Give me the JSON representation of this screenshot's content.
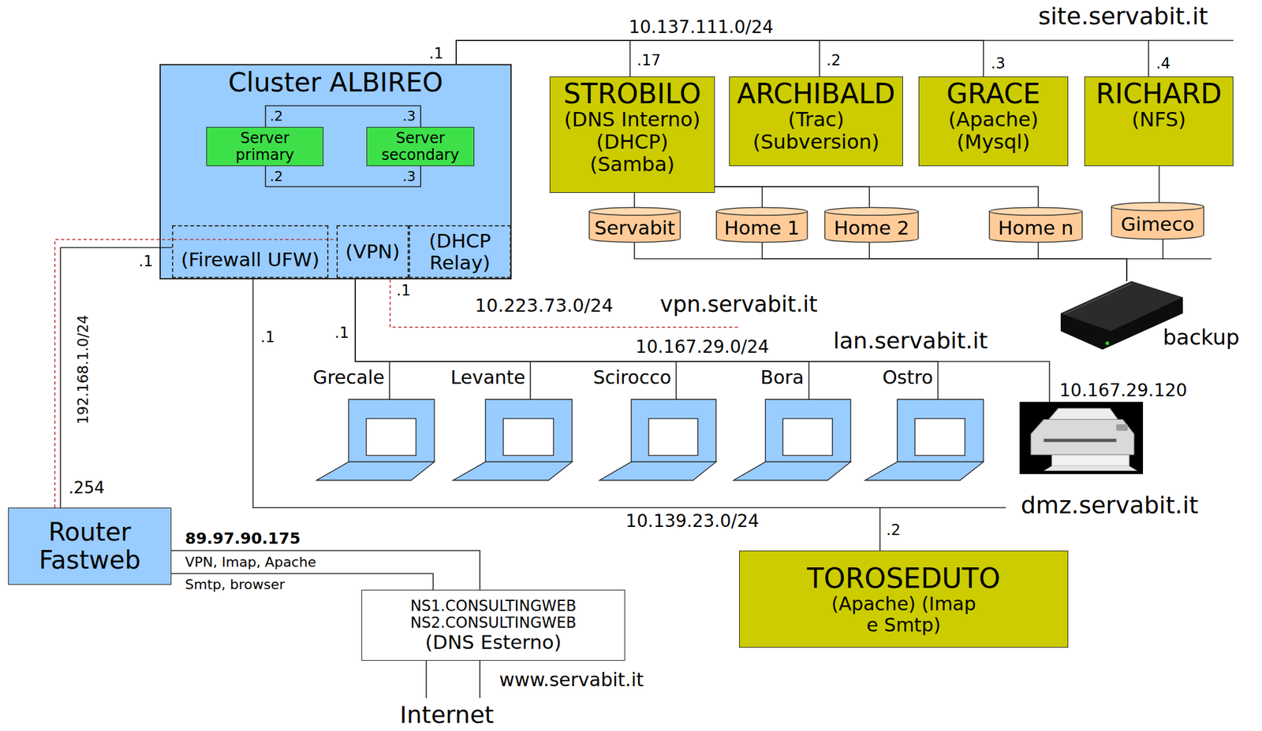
{
  "diagram": {
    "nodes": [
      {
        "text": [
          "Cluster ALBIREO"
        ]
      },
      {
        "text": [
          "Server primary"
        ],
        "in": 0
      },
      {
        "text": [
          "Server secondary"
        ],
        "in": 0
      },
      {
        "text": [
          "(Firewall UFW)"
        ],
        "in": 0
      },
      {
        "text": [
          "(VPN)"
        ],
        "in": 0
      },
      {
        "text": [
          "(DHCP Relay)"
        ],
        "in": 0
      },
      {
        "text": [
          "STROBILO",
          "(DNS Interno) (DHCP) (Samba)"
        ]
      },
      {
        "text": [
          "ARCHIBALD",
          "(Trac) (Subversion)"
        ]
      },
      {
        "text": [
          "GRACE",
          "(Apache) (Mysql)"
        ]
      },
      {
        "text": [
          "RICHARD",
          "(NFS)"
        ]
      },
      {
        "text": [
          "Servabit"
        ]
      },
      {
        "text": [
          "Home 1"
        ]
      },
      {
        "text": [
          "Home 2"
        ]
      },
      {
        "text": [
          "Home n"
        ]
      },
      {
        "text": [
          "Gimeco"
        ]
      },
      {
        "text": [
          "backup"
        ]
      },
      {
        "text": [
          "Grecale"
        ]
      },
      {
        "text": [
          "Levante"
        ]
      },
      {
        "text": [
          "Scirocco"
        ]
      },
      {
        "text": [
          "Bora"
        ]
      },
      {
        "text": [
          "Ostro"
        ]
      },
      {
        "text": [
          "10.167.29.120"
        ]
      },
      {
        "text": [
          "Router Fastweb"
        ]
      },
      {
        "text": [
          "TOROSEDUTO",
          "(Apache) (Imap e Smtp)"
        ]
      },
      {
        "text": [
          "NS1.CONSULTINGWEB NS2.CONSULTINGWEB",
          "(DNS Esterno)"
        ]
      }
    ],
    "edges": [
      {
        "from": 0,
        "to": 6,
        "arrow": "none"
      },
      {
        "from": 0,
        "to": 7,
        "arrow": "none"
      },
      {
        "from": 0,
        "to": 8,
        "arrow": "none"
      },
      {
        "from": 0,
        "to": 9,
        "arrow": "none"
      },
      {
        "from": 1,
        "to": 2,
        "arrow": "none"
      },
      {
        "from": 1,
        "to": 2,
        "arrow": "none"
      },
      {
        "from": 3,
        "to": 22,
        "arrow": "none"
      },
      {
        "from": 22,
        "to": 4,
        "arrow": "none"
      },
      {
        "from": 0,
        "to": 16,
        "arrow": "none"
      },
      {
        "from": 0,
        "to": 17,
        "arrow": "none"
      },
      {
        "from": 0,
        "to": 18,
        "arrow": "none"
      },
      {
        "from": 0,
        "to": 19,
        "arrow": "none"
      },
      {
        "from": 0,
        "to": 20,
        "arrow": "none"
      },
      {
        "from": 0,
        "to": 21,
        "arrow": "none"
      },
      {
        "from": 0,
        "to": 23,
        "arrow": "none"
      },
      {
        "from": 22,
        "to": 24,
        "label": "VPN, Imap, Apache",
        "arrow": "none"
      },
      {
        "from": 22,
        "to": 24,
        "label": "Smtp, browser",
        "arrow": "none"
      },
      {
        "from": 6,
        "to": 10,
        "arrow": "none"
      },
      {
        "from": 6,
        "to": 11,
        "arrow": "none"
      },
      {
        "from": 6,
        "to": 12,
        "arrow": "none"
      },
      {
        "from": 6,
        "to": 13,
        "arrow": "none"
      },
      {
        "from": 9,
        "to": 14,
        "arrow": "none"
      },
      {
        "from": 10,
        "to": 15,
        "arrow": "none"
      },
      {
        "from": 11,
        "to": 15,
        "arrow": "none"
      },
      {
        "from": 12,
        "to": 15,
        "arrow": "none"
      },
      {
        "from": 13,
        "to": 15,
        "arrow": "none"
      },
      {
        "from": 14,
        "to": 15,
        "arrow": "none"
      }
    ],
    "labels": [
      "10.137.111.0/24",
      "site.servabit.it",
      ".1",
      ".17",
      ".2",
      ".3",
      ".4",
      ".2",
      ".3",
      ".2",
      ".3",
      ".1",
      ".1",
      "10.223.73.0/24",
      "vpn.servabit.it",
      ".1",
      ".1",
      "lan.servabit.it",
      "10.167.29.0/24",
      "192.168.1.0/24",
      ".254",
      "dmz.servabit.it",
      "10.139.23.0/24",
      ".2",
      "89.97.90.175",
      "www.servabit.it",
      "Internet"
    ]
  }
}
